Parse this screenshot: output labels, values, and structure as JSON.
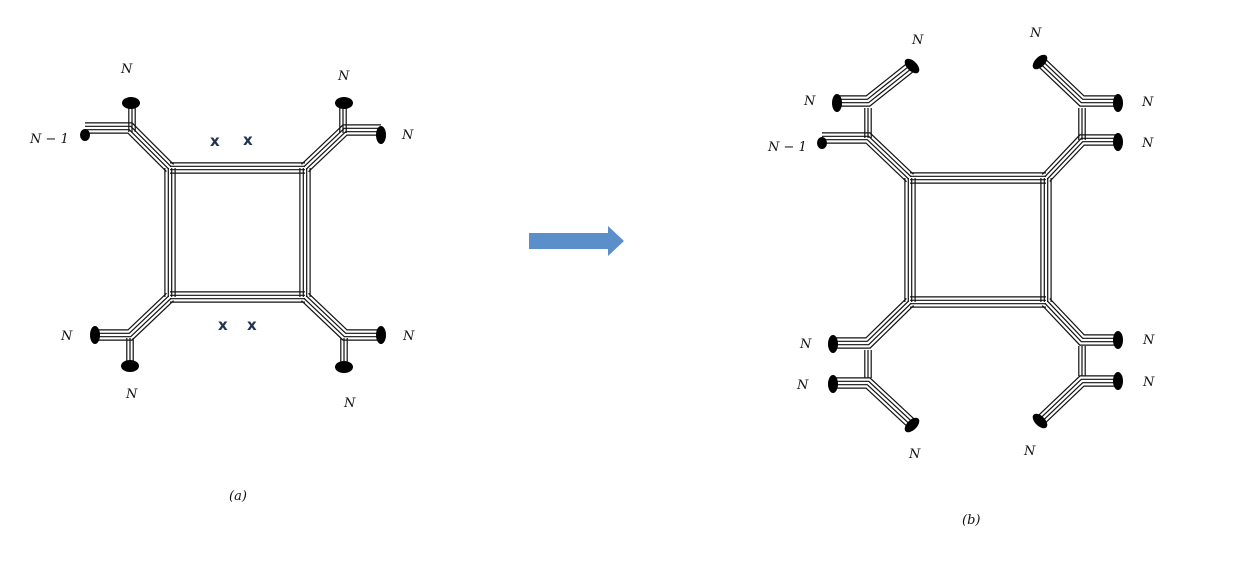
{
  "panel_a": {
    "caption": "(a)",
    "labels": {
      "top_left_upper": "N",
      "top_left_side": "N − 1",
      "top_right_upper": "N",
      "top_right_side": "N",
      "bottom_left_side": "N",
      "bottom_left_lower": "N",
      "bottom_right_side": "N",
      "bottom_right_lower": "N"
    },
    "marks": {
      "top_left": "x",
      "top_right": "x",
      "bottom_left": "x",
      "bottom_right": "x"
    }
  },
  "panel_b": {
    "caption": "(b)",
    "labels": {
      "tl_diag": "N",
      "tl_upper": "N",
      "tl_side": "N − 1",
      "tr_diag": "N",
      "tr_upper": "N",
      "tr_side": "N",
      "bl_side": "N",
      "bl_lower": "N",
      "bl_diag": "N",
      "br_side": "N",
      "br_lower": "N",
      "br_diag": "N"
    }
  },
  "colors": {
    "arrow": "#5b8fc9",
    "ink": "#111111",
    "mark": "#1f3350"
  }
}
